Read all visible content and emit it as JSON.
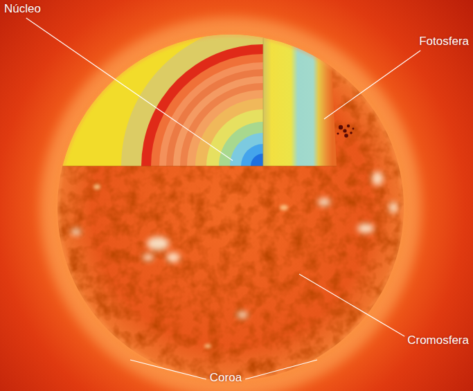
{
  "diagram": {
    "labels": [
      "Núcleo",
      "Fotosfera",
      "Cromosfera",
      "Coroa"
    ]
  }
}
